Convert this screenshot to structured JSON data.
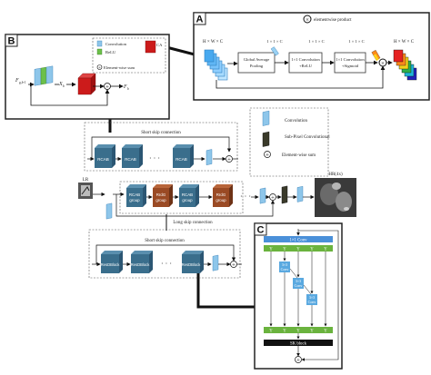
{
  "panel_a": {
    "letter": "A",
    "legend_elementwise_product": "elementwise product",
    "in_dims": "H × W × C",
    "out_dims": "H × W × C",
    "mid_dims": [
      "1 × 1 × C",
      "1 × 1 × C",
      "1 × 1 × C"
    ],
    "block_pool": [
      "Global Average",
      "Pooling"
    ],
    "block_conv_relu": [
      "1×1 Convolution",
      "+ReLU"
    ],
    "block_conv_sigmoid": [
      "1×1 Convolution",
      "+Sigmoid"
    ]
  },
  "panel_b": {
    "letter": "B",
    "legend_convolution": "Convolution",
    "legend_relu": "ReLU",
    "legend_ca": "CA",
    "legend_elementwise_sum": "Element-wise sum",
    "in_label": "F",
    "in_sub": "g,b-1",
    "out_label": "F",
    "out_sub": "b",
    "x_label": "X",
    "x_sub": "b",
    "w1": "W",
    "w2": "W"
  },
  "rcab_module": {
    "title": "Short skip connection",
    "blocks": [
      "RCAB",
      "RCAB",
      "RCAB"
    ],
    "dots": "· · ·"
  },
  "legend": {
    "convolution": "Convolution",
    "subpixel": "Sub-Pixel Convolutional",
    "elementwise_sum": "Element-wise sum"
  },
  "backbone": {
    "lr_label": "LR",
    "hr_label": "HR(4x)",
    "rcab_group": [
      "RCAB",
      "group"
    ],
    "rrdb_group": [
      "RrdG",
      "group"
    ],
    "dots": "· · ·",
    "long_skip": "Long skip connection"
  },
  "rrdb_module": {
    "title": "Short skip connection",
    "blocks": [
      "ResDBlock",
      "ResDBlock",
      "ResDBlock"
    ],
    "dots": "· · ·"
  },
  "panel_c": {
    "letter": "C",
    "top_conv": "1×1 Conv",
    "y_labels": [
      "Y",
      "Y",
      "Y",
      "Y",
      "Y"
    ],
    "inner_conv": [
      "3×3",
      "Conv"
    ],
    "sk_block": "SK block"
  },
  "colors": {
    "blue_block": "#3a6e8c",
    "rust_block": "#9a4a24",
    "conv_light": "#8ec6ea",
    "relu_green": "#6cc04a",
    "red_block": "#cc1b1b",
    "green_bar": "#6ab33e",
    "blue_bar": "#4a90d9",
    "dark_bar": "#111111"
  }
}
